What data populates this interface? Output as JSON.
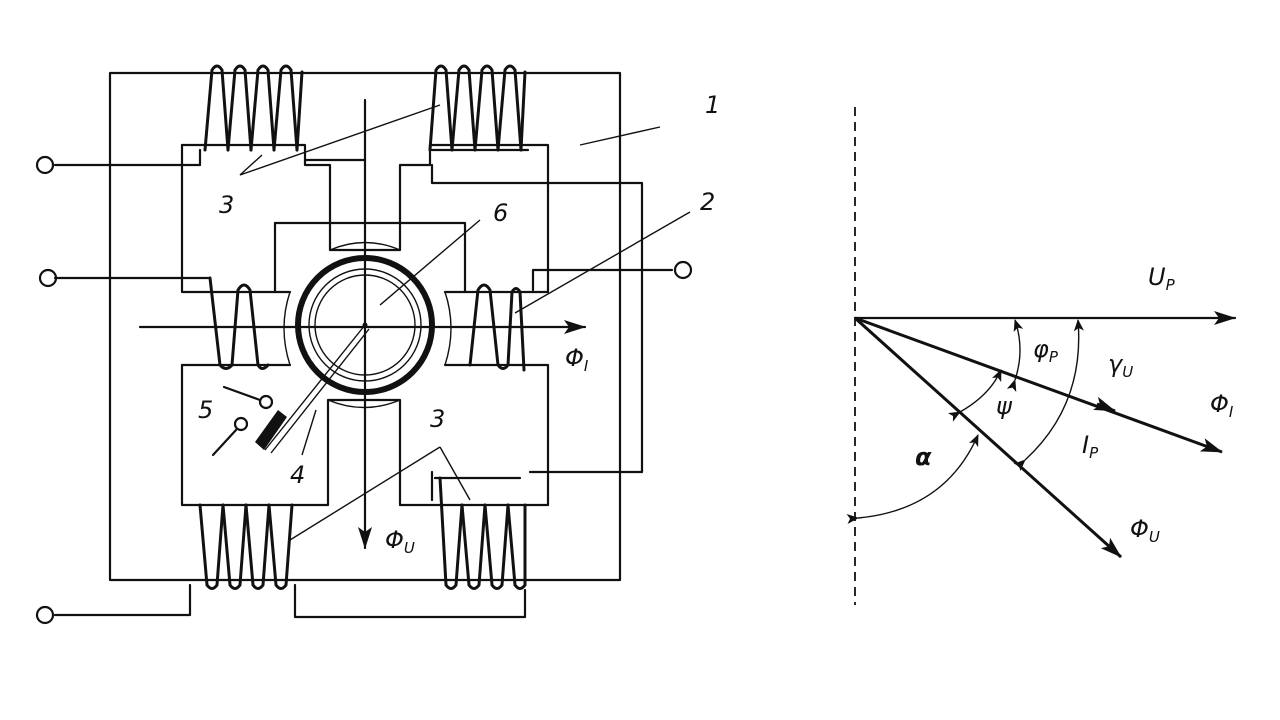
{
  "left_diagram": {
    "label_1": "1",
    "label_2": "2",
    "label_3_top": "3",
    "label_3_bottom": "3",
    "label_4": "4",
    "label_5": "5",
    "label_6": "6",
    "flux_i": {
      "main": "Φ",
      "sub": "I"
    },
    "flux_u": {
      "main": "Φ",
      "sub": "U"
    }
  },
  "right_diagram": {
    "u_p": {
      "main": "U",
      "sub": "P"
    },
    "phi_i": {
      "main": "Φ",
      "sub": "I"
    },
    "phi_u": {
      "main": "Φ",
      "sub": "U"
    },
    "i_p": {
      "main": "I",
      "sub": "P"
    },
    "gamma_u": {
      "main": "γ",
      "sub": "U"
    },
    "phi_p": {
      "main": "φ",
      "sub": "P"
    },
    "psi": "ψ",
    "alpha": "α"
  },
  "colors": {
    "ink": "#111111",
    "background": "#ffffff"
  }
}
